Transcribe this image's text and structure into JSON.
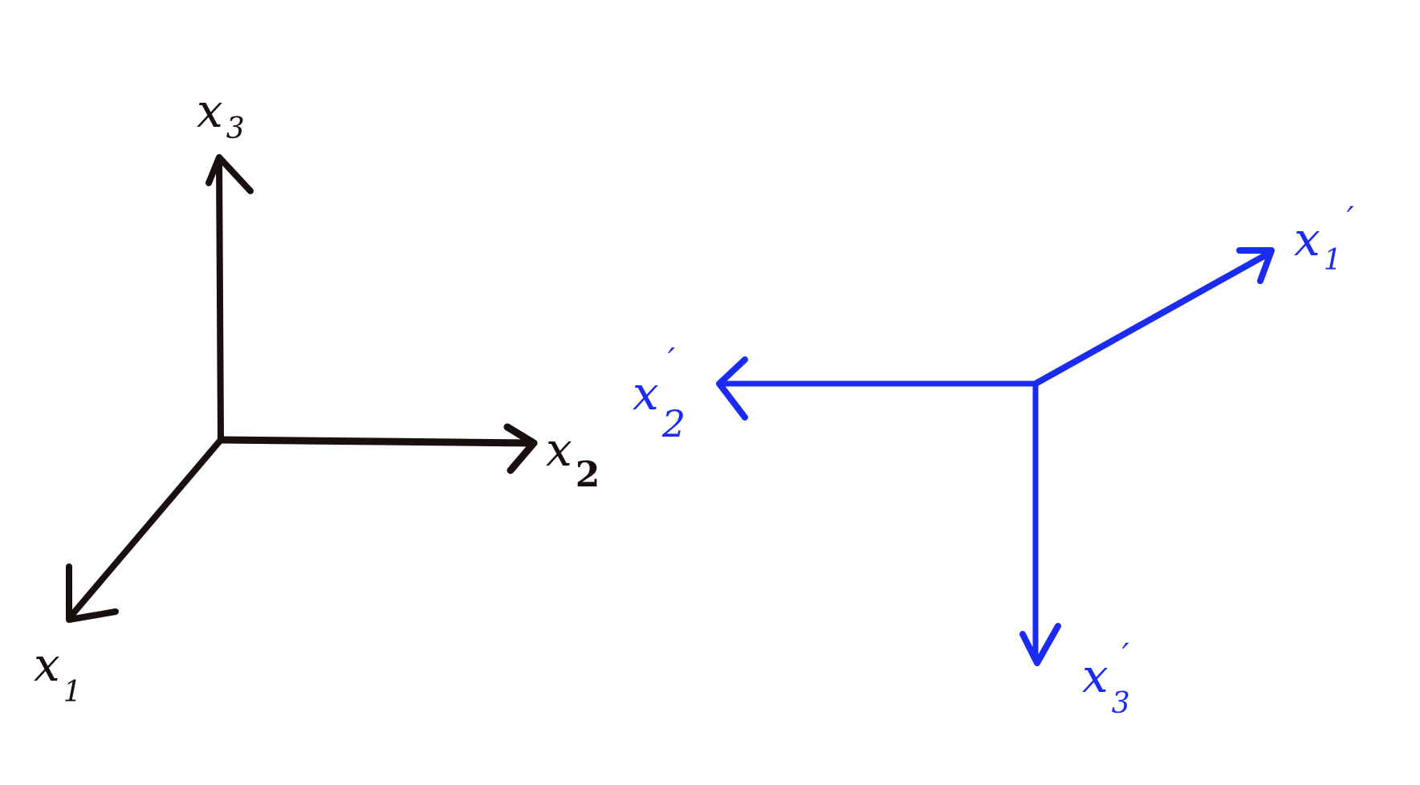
{
  "colors": {
    "original_frame": "#1a0f0f",
    "rotated_frame": "#1b2cf0",
    "background": "#ffffff"
  },
  "original_frame": {
    "axes": [
      {
        "id": "x1",
        "symbol": "x",
        "subscript": "1",
        "prime": ""
      },
      {
        "id": "x2",
        "symbol": "x",
        "subscript": "2",
        "prime": ""
      },
      {
        "id": "x3",
        "symbol": "x",
        "subscript": "3",
        "prime": ""
      }
    ]
  },
  "rotated_frame": {
    "axes": [
      {
        "id": "x1p",
        "symbol": "x",
        "subscript": "1",
        "prime": "′"
      },
      {
        "id": "x2p",
        "symbol": "x",
        "subscript": "2",
        "prime": "′"
      },
      {
        "id": "x3p",
        "symbol": "x",
        "subscript": "3",
        "prime": "′"
      }
    ]
  }
}
